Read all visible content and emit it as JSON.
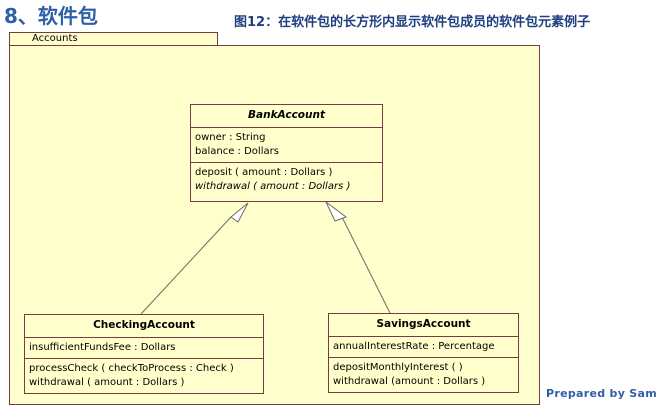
{
  "heading": "8、软件包",
  "caption": "图12：在软件包的长方形内显示软件包成员的软件包元素例子",
  "credit": "Prepared  by Sam",
  "package": {
    "name": "Accounts"
  },
  "classes": {
    "bank": {
      "name": "BankAccount",
      "attributes": [
        "owner : String",
        "balance : Dollars"
      ],
      "operations": [
        "deposit ( amount : Dollars )",
        "withdrawal ( amount : Dollars )"
      ]
    },
    "checking": {
      "name": "CheckingAccount",
      "attributes": [
        "insufficientFundsFee : Dollars"
      ],
      "operations": [
        "processCheck ( checkToProcess : Check )",
        "withdrawal ( amount : Dollars )"
      ]
    },
    "savings": {
      "name": "SavingsAccount",
      "attributes": [
        "annualInterestRate : Percentage"
      ],
      "operations": [
        "depositMonthlyInterest (  )",
        "withdrawal (amount : Dollars )"
      ]
    }
  },
  "colors": {
    "fill": "#ffffcc",
    "border": "#7a3a45",
    "heading": "#2f5fa8"
  }
}
